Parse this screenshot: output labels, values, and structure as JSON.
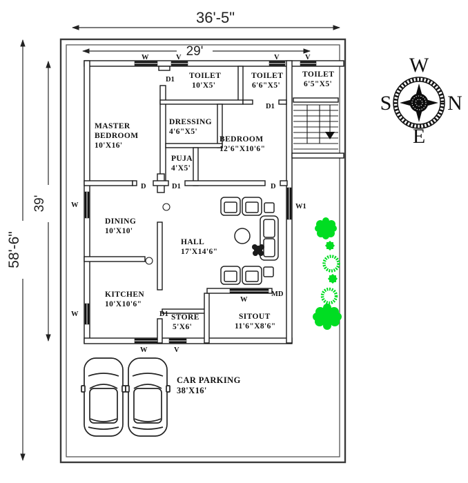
{
  "dimensions": {
    "plot_width": "36'-5\"",
    "house_width": "29'",
    "plot_height": "58'-6\"",
    "house_height": "39'"
  },
  "compass": {
    "n": "N",
    "s": "S",
    "e": "E",
    "w": "W"
  },
  "rooms": {
    "master_bedroom": {
      "name_line1": "MASTER",
      "name_line2": "BEDROOM",
      "size": "10'X16'"
    },
    "toilet1": {
      "name": "TOILET",
      "size": "10'X5'"
    },
    "toilet2": {
      "name": "TOILET",
      "size": "6'6\"X5'"
    },
    "toilet3": {
      "name": "TOILET",
      "size": "6'5\"X5'"
    },
    "dressing": {
      "name": "DRESSING",
      "size": "4'6\"X5'"
    },
    "puja": {
      "name": "PUJA",
      "size": "4'X5'"
    },
    "bedroom": {
      "name": "BEDROOM",
      "size": "12'6\"X10'6\""
    },
    "dining": {
      "name": "DINING",
      "size": "10'X10'"
    },
    "hall": {
      "name": "HALL",
      "size": "17'X14'6\""
    },
    "kitchen": {
      "name": "KITCHEN",
      "size": "10'X10'6\""
    },
    "store": {
      "name": "STORE",
      "size": "5'X6'"
    },
    "sitout": {
      "name": "SITOUT",
      "size": "11'6\"X8'6\""
    },
    "car_parking": {
      "name": "CAR PARKING",
      "size": "38'X16'"
    }
  },
  "openings": {
    "window": "W",
    "ventilator": "V",
    "window1": "W1",
    "door": "D",
    "door1": "D1",
    "main_door": "MD"
  },
  "colors": {
    "plant_green": "#00dd22",
    "line": "#1a1a1a"
  }
}
